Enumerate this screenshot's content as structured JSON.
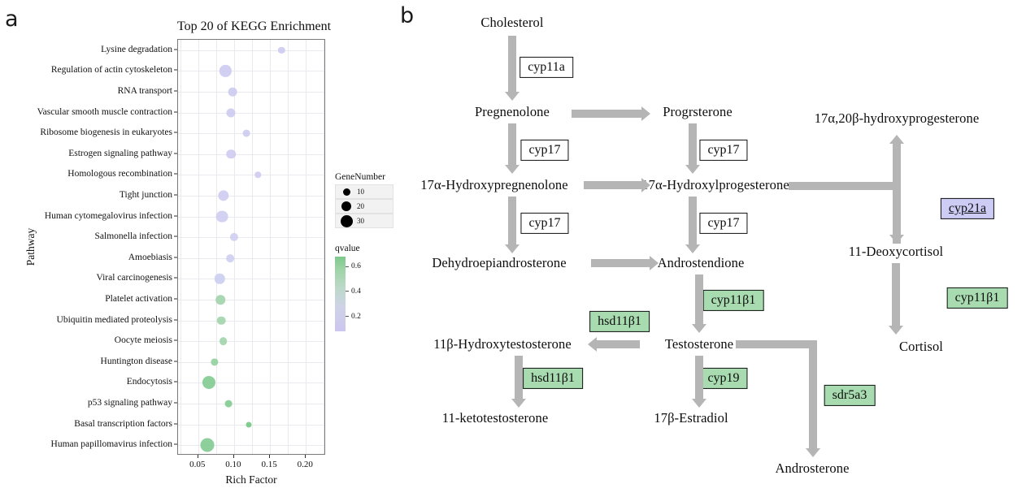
{
  "panels": {
    "a_letter": "a",
    "b_letter": "b"
  },
  "chart_data": {
    "type": "scatter",
    "title": "Top 20 of KEGG Enrichment",
    "xlabel": "Rich Factor",
    "ylabel": "Pathway",
    "xlim": [
      0.022,
      0.228
    ],
    "xticks": [
      0.05,
      0.1,
      0.15,
      0.2
    ],
    "xticklabels": [
      "0.05",
      "0.10",
      "0.15",
      "0.20"
    ],
    "grid": true,
    "legend_position": "right",
    "size_legend": {
      "title": "GeneNumber",
      "values": [
        10,
        20,
        30
      ],
      "labels": [
        "10",
        "20",
        "30"
      ]
    },
    "color_legend": {
      "title": "qvalue",
      "ticks": [
        0.6,
        0.4,
        0.2
      ],
      "labels": [
        "0.6",
        "0.4",
        "0.2"
      ],
      "high_color": "#7ec98c",
      "low_color": "#ccc6f0"
    },
    "categories": [
      "Lysine degradation",
      "Regulation of actin cytoskeleton",
      "RNA transport",
      "Vascular smooth muscle contraction",
      "Ribosome biogenesis in eukaryotes",
      "Estrogen signaling pathway",
      "Homologous recombination",
      "Tight junction",
      "Human cytomegalovirus infection",
      "Salmonella infection",
      "Amoebiasis",
      "Viral carcinogenesis",
      "Platelet activation",
      "Ubiquitin mediated proteolysis",
      "Oocyte meiosis",
      "Huntington disease",
      "Endocytosis",
      "p53 signaling pathway",
      "Basal transcription factors",
      "Human papillomavirus infection"
    ],
    "points": [
      {
        "pathway": "Lysine degradation",
        "rich_factor": 0.166,
        "gene_number": 9,
        "qvalue": 0.12,
        "color": "#cbc8f0"
      },
      {
        "pathway": "Regulation of actin cytoskeleton",
        "rich_factor": 0.088,
        "gene_number": 22,
        "qvalue": 0.12,
        "color": "#cbc8f0"
      },
      {
        "pathway": "RNA transport",
        "rich_factor": 0.098,
        "gene_number": 14,
        "qvalue": 0.12,
        "color": "#cbc8f0"
      },
      {
        "pathway": "Vascular smooth muscle contraction",
        "rich_factor": 0.096,
        "gene_number": 15,
        "qvalue": 0.13,
        "color": "#ccc9f0"
      },
      {
        "pathway": "Ribosome biogenesis in eukaryotes",
        "rich_factor": 0.117,
        "gene_number": 10,
        "qvalue": 0.13,
        "color": "#ccc9f0"
      },
      {
        "pathway": "Estrogen signaling pathway",
        "rich_factor": 0.096,
        "gene_number": 16,
        "qvalue": 0.14,
        "color": "#cdcaf0"
      },
      {
        "pathway": "Homologous recombination",
        "rich_factor": 0.133,
        "gene_number": 7,
        "qvalue": 0.14,
        "color": "#cdcaf0"
      },
      {
        "pathway": "Tight junction",
        "rich_factor": 0.085,
        "gene_number": 20,
        "qvalue": 0.15,
        "color": "#cdcbf0"
      },
      {
        "pathway": "Human cytomegalovirus infection",
        "rich_factor": 0.083,
        "gene_number": 23,
        "qvalue": 0.16,
        "color": "#ceccf0"
      },
      {
        "pathway": "Salmonella infection",
        "rich_factor": 0.1,
        "gene_number": 13,
        "qvalue": 0.17,
        "color": "#cecdf0"
      },
      {
        "pathway": "Amoebiasis",
        "rich_factor": 0.095,
        "gene_number": 12,
        "qvalue": 0.19,
        "color": "#cdcdf0"
      },
      {
        "pathway": "Viral carcinogenesis",
        "rich_factor": 0.08,
        "gene_number": 18,
        "qvalue": 0.21,
        "color": "#c9cef0"
      },
      {
        "pathway": "Platelet activation",
        "rich_factor": 0.081,
        "gene_number": 16,
        "qvalue": 0.48,
        "color": "#9ed3a9"
      },
      {
        "pathway": "Ubiquitin mediated proteolysis",
        "rich_factor": 0.082,
        "gene_number": 14,
        "qvalue": 0.5,
        "color": "#9ed3a9"
      },
      {
        "pathway": "Oocyte meiosis",
        "rich_factor": 0.085,
        "gene_number": 12,
        "qvalue": 0.52,
        "color": "#9ed3a9"
      },
      {
        "pathway": "Huntington disease",
        "rich_factor": 0.073,
        "gene_number": 11,
        "qvalue": 0.55,
        "color": "#8ecf9c"
      },
      {
        "pathway": "Endocytosis",
        "rich_factor": 0.065,
        "gene_number": 26,
        "qvalue": 0.58,
        "color": "#7dca8d"
      },
      {
        "pathway": "p53 signaling pathway",
        "rich_factor": 0.092,
        "gene_number": 10,
        "qvalue": 0.6,
        "color": "#7dca8d"
      },
      {
        "pathway": "Basal transcription factors",
        "rich_factor": 0.12,
        "gene_number": 6,
        "qvalue": 0.62,
        "color": "#6fc680"
      },
      {
        "pathway": "Human papillomavirus infection",
        "rich_factor": 0.063,
        "gene_number": 28,
        "qvalue": 0.62,
        "color": "#7dca8d"
      }
    ]
  },
  "pathway_diagram": {
    "metabolites": [
      {
        "id": "cholesterol",
        "label": "Cholesterol"
      },
      {
        "id": "pregnenolone",
        "label": "Pregnenolone"
      },
      {
        "id": "progesterone",
        "label": "Progrsterone"
      },
      {
        "id": "hydroxyprogesterone_17a20b",
        "label": "17α,20β-hydroxyprogesterone"
      },
      {
        "id": "hydroxypregnenolone",
        "label": "17α-Hydroxypregnenolone"
      },
      {
        "id": "hydroxylprogesterone",
        "label": "17α-Hydroxylprogesterone"
      },
      {
        "id": "deoxycortisol",
        "label": "11-Deoxycortisol"
      },
      {
        "id": "dhea",
        "label": "Dehydroepiandrosterone"
      },
      {
        "id": "androstendione",
        "label": "Androstendione"
      },
      {
        "id": "cortisol",
        "label": "Cortisol"
      },
      {
        "id": "hydroxytestosterone",
        "label": "11β-Hydroxytestosterone"
      },
      {
        "id": "testosterone",
        "label": "Testosterone"
      },
      {
        "id": "ketotestosterone",
        "label": "11-ketotestosterone"
      },
      {
        "id": "estradiol",
        "label": "17β-Estradiol"
      },
      {
        "id": "androsterone",
        "label": "Androsterone"
      }
    ],
    "enzymes": [
      {
        "id": "cyp11a",
        "label": "cyp11a",
        "style": "plain"
      },
      {
        "id": "cyp17_a",
        "label": "cyp17",
        "style": "plain"
      },
      {
        "id": "cyp17_b",
        "label": "cyp17",
        "style": "plain"
      },
      {
        "id": "cyp17_c",
        "label": "cyp17",
        "style": "plain"
      },
      {
        "id": "cyp17_d",
        "label": "cyp17",
        "style": "plain"
      },
      {
        "id": "cyp21a",
        "label": "cyp21a",
        "style": "purple"
      },
      {
        "id": "cyp11b1_right",
        "label": "cyp11β1",
        "style": "green"
      },
      {
        "id": "cyp11b1_mid",
        "label": "cyp11β1",
        "style": "green"
      },
      {
        "id": "hsd11b1_top",
        "label": "hsd11β1",
        "style": "green"
      },
      {
        "id": "hsd11b1_bottom",
        "label": "hsd11β1",
        "style": "green"
      },
      {
        "id": "cyp19",
        "label": "cyp19",
        "style": "green"
      },
      {
        "id": "sdr5a3",
        "label": "sdr5a3",
        "style": "green"
      }
    ],
    "colors": {
      "green_box": "#a8dcb0",
      "purple_box": "#ccccf5",
      "arrow": "#b5b5b5"
    }
  }
}
